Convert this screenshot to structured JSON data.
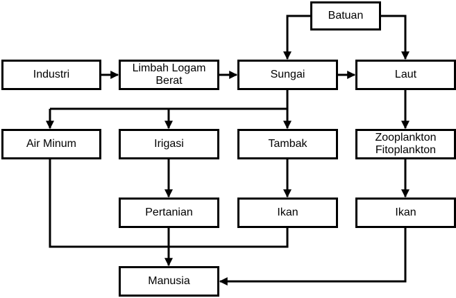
{
  "nodes": {
    "batuan": "Batuan",
    "industri": "Industri",
    "limbah_line1": "Limbah Logam",
    "limbah_line2": "Berat",
    "sungai": "Sungai",
    "laut": "Laut",
    "air_minum": "Air Minum",
    "irigasi": "Irigasi",
    "tambak": "Tambak",
    "plankton_line1": "Zooplankton",
    "plankton_line2": "Fitoplankton",
    "pertanian": "Pertanian",
    "ikan_tambak": "Ikan",
    "ikan_laut": "Ikan",
    "manusia": "Manusia"
  },
  "edges": [
    [
      "batuan",
      "sungai"
    ],
    [
      "batuan",
      "laut"
    ],
    [
      "industri",
      "limbah"
    ],
    [
      "limbah",
      "sungai"
    ],
    [
      "sungai",
      "laut"
    ],
    [
      "sungai",
      "air_minum"
    ],
    [
      "sungai",
      "irigasi"
    ],
    [
      "sungai",
      "tambak"
    ],
    [
      "laut",
      "plankton"
    ],
    [
      "irigasi",
      "pertanian"
    ],
    [
      "tambak",
      "ikan_tambak"
    ],
    [
      "plankton",
      "ikan_laut"
    ],
    [
      "air_minum",
      "manusia"
    ],
    [
      "pertanian",
      "manusia"
    ],
    [
      "ikan_tambak",
      "manusia"
    ],
    [
      "ikan_laut",
      "manusia"
    ]
  ],
  "colors": {
    "stroke": "#000000",
    "fill": "#ffffff",
    "text": "#000000"
  }
}
